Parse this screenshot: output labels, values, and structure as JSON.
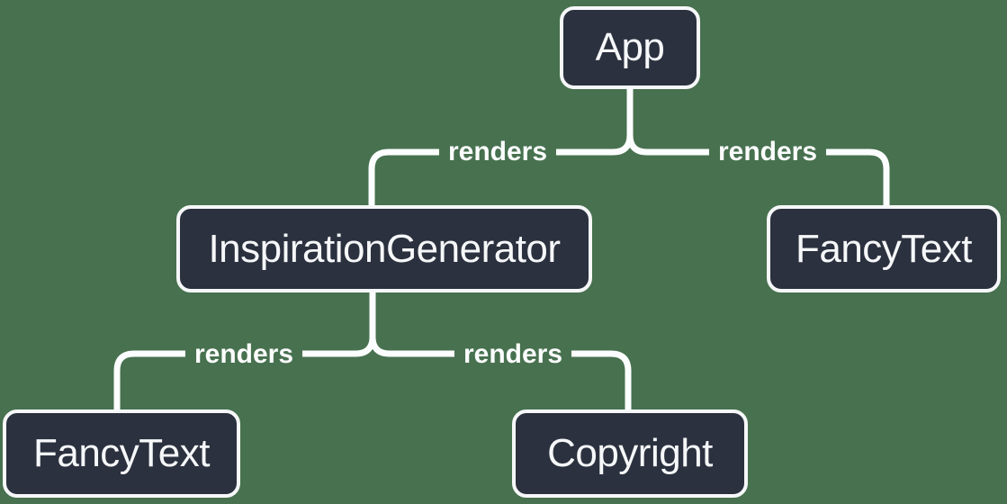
{
  "diagram": {
    "type": "component-render-tree",
    "colors": {
      "bg": "#47714F",
      "node-fill": "#2B313E",
      "node-border": "#F6F7F9",
      "text": "#F6F7F9",
      "edge": "#FCFDFE"
    },
    "nodes": [
      {
        "id": "app",
        "label": "App"
      },
      {
        "id": "inspiration-generator",
        "label": "InspirationGenerator"
      },
      {
        "id": "fancy-text-top",
        "label": "FancyText"
      },
      {
        "id": "fancy-text-bottom",
        "label": "FancyText"
      },
      {
        "id": "copyright",
        "label": "Copyright"
      }
    ],
    "edges": [
      {
        "from": "App",
        "to": "InspirationGenerator",
        "label": "renders"
      },
      {
        "from": "App",
        "to": "FancyText",
        "label": "renders"
      },
      {
        "from": "InspirationGenerator",
        "to": "FancyText",
        "label": "renders"
      },
      {
        "from": "InspirationGenerator",
        "to": "Copyright",
        "label": "renders"
      }
    ]
  }
}
